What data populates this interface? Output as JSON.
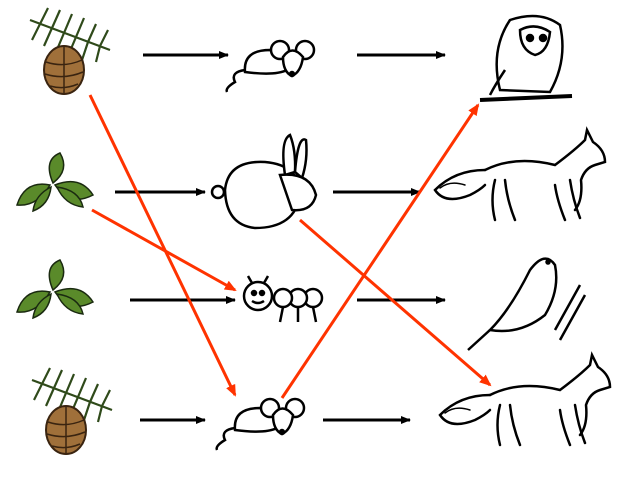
{
  "colors": {
    "background": "#ffffff",
    "black_arrow": "#000000",
    "red_arrow": "#ff3300",
    "leaf": "#5a8a2a",
    "pine_needle": "#2f4a1a",
    "cone": "#a0703a",
    "outline": "#000000"
  },
  "nodes": [
    {
      "id": "pine1",
      "icon": "pine-cone-icon"
    },
    {
      "id": "leaf1",
      "icon": "leaf-plant-icon"
    },
    {
      "id": "leaf2",
      "icon": "leaf-plant-icon"
    },
    {
      "id": "pine2",
      "icon": "pine-cone-icon"
    },
    {
      "id": "mouse1",
      "icon": "mouse-icon"
    },
    {
      "id": "rabbit",
      "icon": "rabbit-icon"
    },
    {
      "id": "caterpillar",
      "icon": "caterpillar-icon"
    },
    {
      "id": "mouse2",
      "icon": "mouse-icon"
    },
    {
      "id": "owl",
      "icon": "owl-icon"
    },
    {
      "id": "fox1",
      "icon": "fox-icon"
    },
    {
      "id": "bird",
      "icon": "bird-icon"
    },
    {
      "id": "fox2",
      "icon": "fox-icon"
    }
  ],
  "edges": [
    {
      "from": "pine1",
      "to": "mouse1",
      "color": "black"
    },
    {
      "from": "mouse1",
      "to": "owl",
      "color": "black"
    },
    {
      "from": "leaf1",
      "to": "rabbit",
      "color": "black"
    },
    {
      "from": "rabbit",
      "to": "fox1",
      "color": "black"
    },
    {
      "from": "leaf2",
      "to": "caterpillar",
      "color": "black"
    },
    {
      "from": "caterpillar",
      "to": "bird",
      "color": "black"
    },
    {
      "from": "pine2",
      "to": "mouse2",
      "color": "black"
    },
    {
      "from": "mouse2",
      "to": "fox2",
      "color": "black"
    },
    {
      "from": "pine1",
      "to": "mouse2",
      "color": "red"
    },
    {
      "from": "leaf1",
      "to": "caterpillar",
      "color": "red"
    },
    {
      "from": "mouse2",
      "to": "owl",
      "color": "red"
    },
    {
      "from": "rabbit",
      "to": "fox2",
      "color": "red"
    }
  ]
}
